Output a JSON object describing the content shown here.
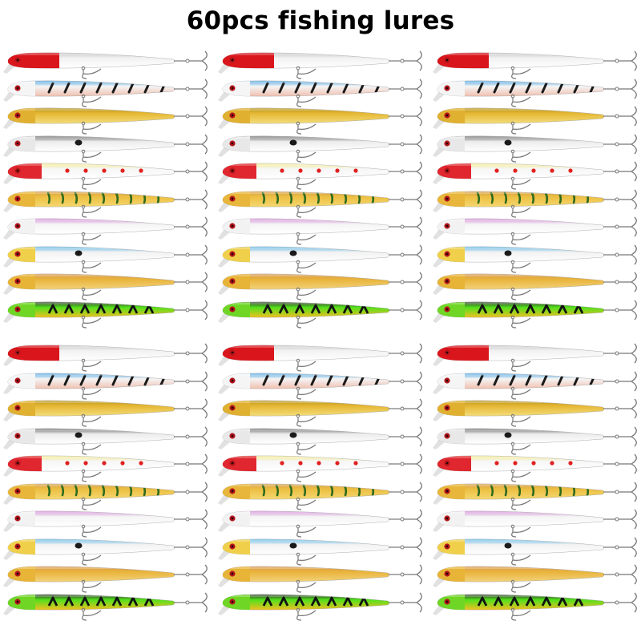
{
  "title": "60pcs fishing lures",
  "product": {
    "total_count": 60,
    "blocks": 2,
    "columns_per_block": 3,
    "lures_per_column": 10
  },
  "lure_colorways": [
    {
      "name": "red-head-white",
      "head": "#d9161c",
      "body": "#f2f2f2",
      "back": "#c8c8c8",
      "belly": "#ffffff",
      "pattern": "none"
    },
    {
      "name": "blue-back-tiger",
      "head": "#f5f5f5",
      "body": "#f5f5f5",
      "back": "#4aa3e0",
      "belly": "#f0c0b0",
      "pattern": "black-bars"
    },
    {
      "name": "gold",
      "head": "#e0b030",
      "body": "#e6b734",
      "back": "#b8961e",
      "belly": "#f3dd7a",
      "pattern": "none"
    },
    {
      "name": "silver-spot",
      "head": "#e8e8e8",
      "body": "#ececec",
      "back": "#6b6b6b",
      "belly": "#ffffff",
      "pattern": "black-dot"
    },
    {
      "name": "red-head-red-dots",
      "head": "#e0262e",
      "body": "#f6f6f6",
      "back": "#f3ea8a",
      "belly": "#ffffff",
      "pattern": "red-dots"
    },
    {
      "name": "yellow-tiger",
      "head": "#e8b63a",
      "body": "#ecbf42",
      "back": "#d9a04c",
      "belly": "#f5d870",
      "pattern": "green-bars"
    },
    {
      "name": "pink-back-white",
      "head": "#f2f2f2",
      "body": "#f4f4f4",
      "back": "#d58ad8",
      "belly": "#ffffff",
      "pattern": "none"
    },
    {
      "name": "blue-back-white-yellow-head",
      "head": "#f0d04a",
      "body": "#f2f2f2",
      "back": "#5bb6e6",
      "belly": "#ffffff",
      "pattern": "black-dot"
    },
    {
      "name": "orange-gold",
      "head": "#e7b438",
      "body": "#e9b43a",
      "back": "#d99a55",
      "belly": "#f2d27a",
      "pattern": "none"
    },
    {
      "name": "firetiger-green",
      "head": "#6fd626",
      "body": "#53e01c",
      "back": "#2e3a2a",
      "belly": "#f0c020",
      "pattern": "black-chevrons"
    }
  ],
  "colors": {
    "background": "#ffffff",
    "title_text": "#000000",
    "hook": "#777777",
    "eye": "#b3161b",
    "lip": "#dcdcdc"
  }
}
